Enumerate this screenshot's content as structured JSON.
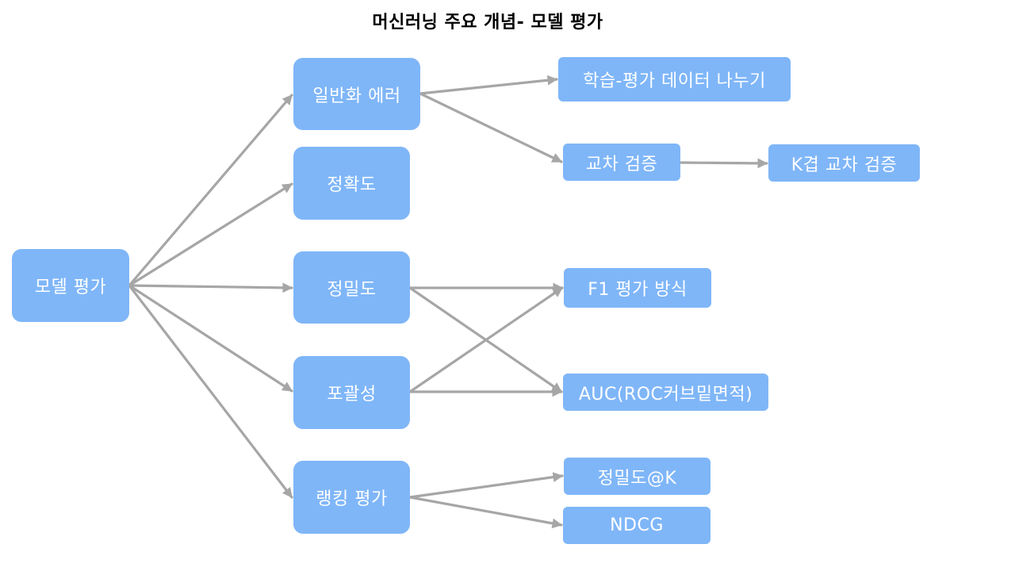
{
  "title": "머신러닝 주요 개념- 모델 평가",
  "colors": {
    "node_fill": "#7fb6f8",
    "node_text": "#ffffff",
    "edge": "#a6a6a6"
  },
  "nodes": {
    "model_eval": "모델 평가",
    "generalization_error": "일반화 에러",
    "accuracy": "정확도",
    "precision": "정밀도",
    "recall": "포괄성",
    "ranking_eval": "랭킹 평가",
    "train_test_split": "학습-평가 데이터 나누기",
    "cross_validation": "교차 검증",
    "kfold_cross_validation": "K겹 교차 검증",
    "f1_score": "F1 평가 방식",
    "auc": "AUC(ROC커브밑면적)",
    "precision_at_k": "정밀도@K",
    "ndcg": "NDCG"
  },
  "edges": [
    {
      "from": "model_eval",
      "to": "generalization_error"
    },
    {
      "from": "model_eval",
      "to": "accuracy"
    },
    {
      "from": "model_eval",
      "to": "precision"
    },
    {
      "from": "model_eval",
      "to": "recall"
    },
    {
      "from": "model_eval",
      "to": "ranking_eval"
    },
    {
      "from": "generalization_error",
      "to": "train_test_split"
    },
    {
      "from": "generalization_error",
      "to": "cross_validation"
    },
    {
      "from": "cross_validation",
      "to": "kfold_cross_validation"
    },
    {
      "from": "precision",
      "to": "f1_score"
    },
    {
      "from": "precision",
      "to": "auc"
    },
    {
      "from": "recall",
      "to": "f1_score"
    },
    {
      "from": "recall",
      "to": "auc"
    },
    {
      "from": "ranking_eval",
      "to": "precision_at_k"
    },
    {
      "from": "ranking_eval",
      "to": "ndcg"
    }
  ]
}
